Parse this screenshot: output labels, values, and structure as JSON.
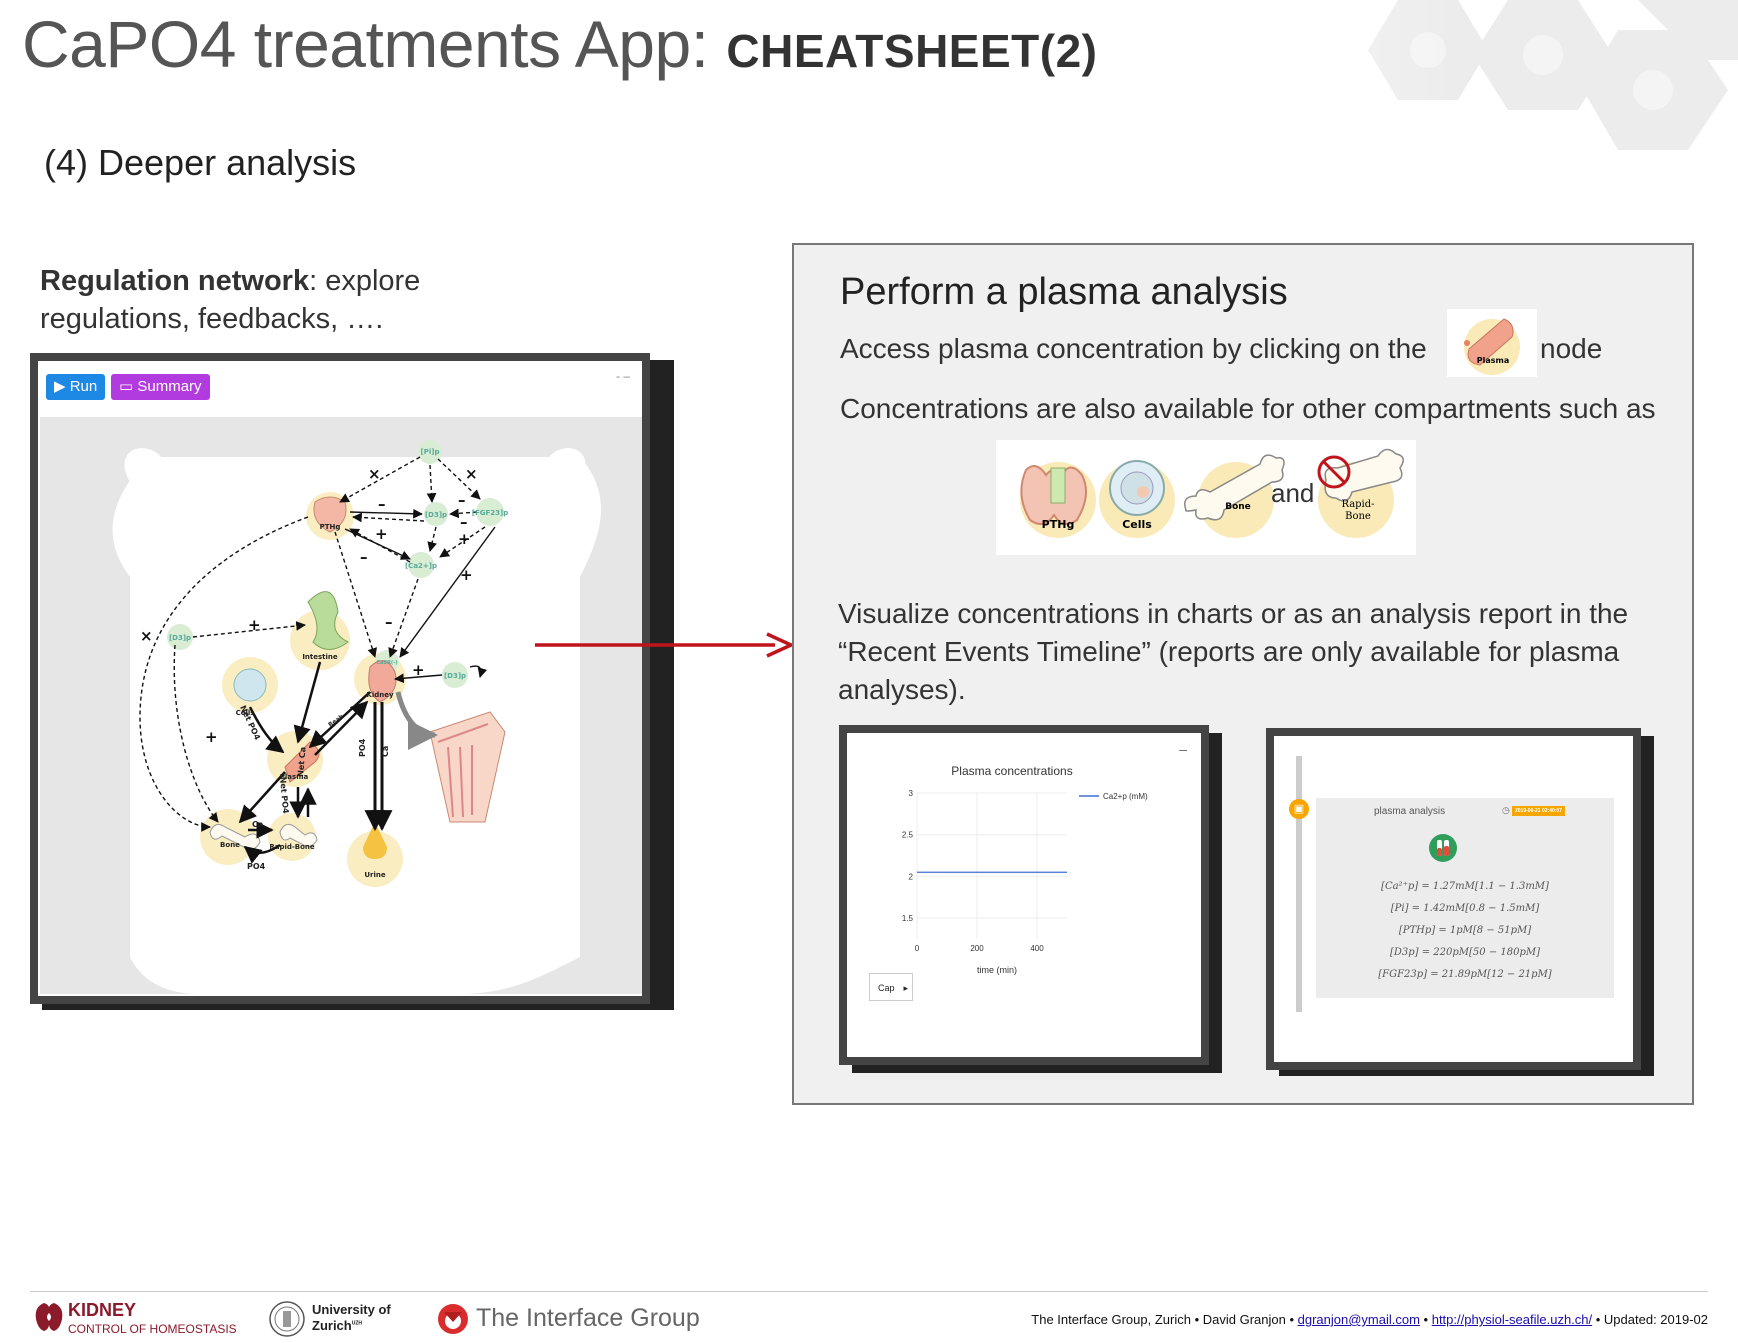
{
  "header": {
    "title_main": "CaPO4 treatments App: ",
    "title_sub": "CHEATSHEET(2)"
  },
  "section": {
    "title": "(4) Deeper analysis"
  },
  "regulation": {
    "bold": "Regulation network",
    "rest": ": explore regulations, feedbacks, …."
  },
  "network": {
    "run_label": "Run",
    "summary_label": "Summary",
    "window_controls": "- –",
    "nodes": {
      "pi": "[Pi]p",
      "pthg": "PTHg",
      "d3": "[D3]p",
      "fgf23": "[FGF23]p",
      "ca2": "[Ca2+]p",
      "d3_left": "[D3]p",
      "intestine": "Intestine",
      "cells": "Cells",
      "kidney": "Kidney",
      "d3_right": "[D3]p",
      "plasma": "Plasma",
      "bone": "Bone",
      "rapid_bone": "Rapid-Bone",
      "urine": "Urine",
      "cab": "CaSR(-)"
    },
    "edge_labels": {
      "net_po4": "Net PO4",
      "net_po4_2": "Net PO4",
      "net_ca": "Net Ca",
      "po4": "PO4",
      "ca": "Ca",
      "ca_bone": "Ca",
      "po4_bone": "PO4",
      "reab": "Reab"
    },
    "signs": [
      "×",
      "×",
      "–",
      "–",
      "–",
      "+",
      "+",
      "+",
      "+",
      "+",
      "–",
      "×",
      "+",
      "–"
    ]
  },
  "panel": {
    "title": "Perform a plasma analysis",
    "line1": "Access plasma concentration by clicking on the",
    "line1_end": "node",
    "plasma_icon_label": "Plasma",
    "line2": "Concentrations are also available for other compartments such as",
    "icons": {
      "pthg": "PTHg",
      "cells": "Cells",
      "bone": "Bone",
      "and": "and",
      "rapid_bone_1": "Rapid-",
      "rapid_bone_2": "Bone"
    },
    "paragraph": "Visualize concentrations in charts or as an analysis report in the “Recent Events Timeline” (reports are only available for plasma analyses)."
  },
  "chart": {
    "window_control": "–",
    "select_value": "Cap",
    "select_arrow": "▸",
    "tick_labels_y": [
      "3",
      "2.5",
      "2",
      "1.5"
    ],
    "tick_labels_x": [
      "0",
      "200",
      "400"
    ]
  },
  "chart_data": {
    "type": "line",
    "title": "Plasma concentrations",
    "xlabel": "time (min)",
    "ylabel": "",
    "xlim": [
      0,
      500
    ],
    "ylim": [
      1.25,
      3
    ],
    "legend_position": "top-right",
    "grid": true,
    "series": [
      {
        "name": "Ca2+p (mM)",
        "color": "#3f6fd0",
        "x": [
          0,
          500
        ],
        "y": [
          2.05,
          2.05
        ]
      }
    ]
  },
  "report": {
    "title": "plasma analysis",
    "clock": "◷",
    "date_badge": "2019-06-21 02:40:07",
    "rows": [
      "[Ca²⁺p] = 1.27mM[1.1 − 1.3mM]",
      "[Pi] = 1.42mM[0.8 − 1.5mM]",
      "[PTHp] = 1pM[8 − 51pM]",
      "[D3p] = 220pM[50 − 180pM]",
      "[FGF23p] = 21.89pM[12 − 21pM]"
    ]
  },
  "footer": {
    "kidney_1": "KIDNEY",
    "kidney_2": "CONTROL OF HOMEOSTASIS",
    "uzh_1": "University of",
    "uzh_2": "Zurich",
    "uzh_sup": "UZH",
    "interface": "The Interface Group",
    "credits": "The Interface Group, Zurich • David Granjon • ",
    "email": "dgranjon@ymail.com",
    "sep": " • ",
    "url": "http://physiol-seafile.uzh.ch/",
    "updated": "  •  Updated: 2019-02"
  },
  "colors": {
    "arrow": "#c0141c",
    "run": "#1e88e5",
    "summary": "#b23be0",
    "badge": "#f7a600",
    "kidney_logo": "#8b1a2b"
  }
}
